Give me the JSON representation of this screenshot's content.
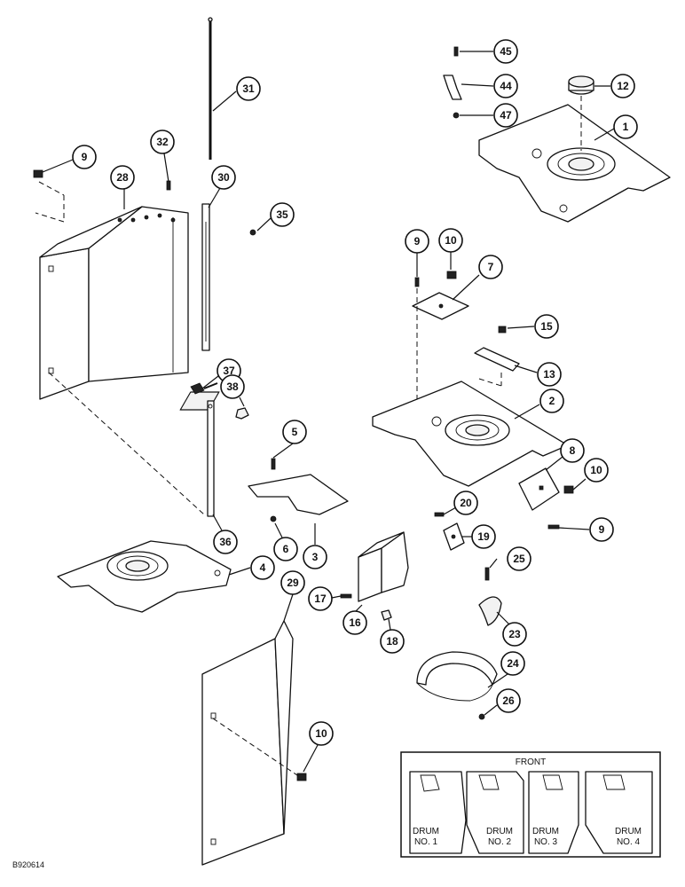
{
  "callouts": [
    "45",
    "44",
    "47",
    "12",
    "1",
    "31",
    "9",
    "32",
    "28",
    "30",
    "35",
    "9",
    "10",
    "7",
    "15",
    "13",
    "2",
    "37",
    "38",
    "5",
    "8",
    "10",
    "20",
    "19",
    "9",
    "36",
    "6",
    "3",
    "4",
    "29",
    "17",
    "16",
    "25",
    "18",
    "23",
    "24",
    "26",
    "10"
  ],
  "inset": {
    "title": "FRONT",
    "drum_word": "DRUM",
    "labels": [
      "NO. 1",
      "NO. 2",
      "NO. 3",
      "NO. 4"
    ]
  },
  "figure_code": "B920614"
}
